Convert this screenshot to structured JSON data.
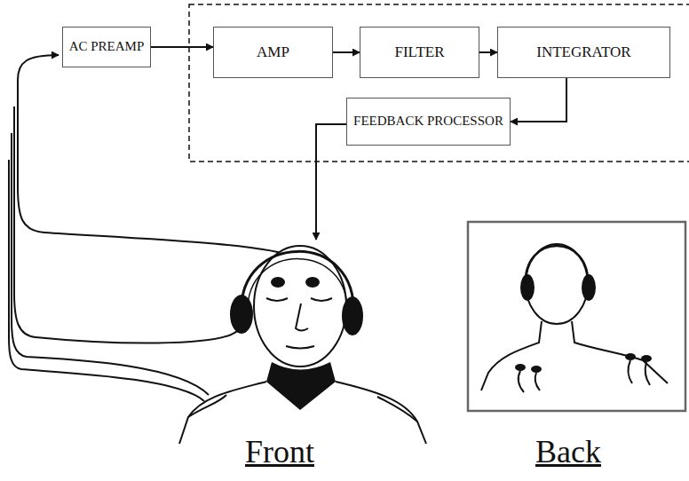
{
  "diagram": {
    "nodes": [
      {
        "text": [
          "AC PREAMP"
        ]
      },
      {
        "text": [
          "AMP"
        ]
      },
      {
        "text": [
          "FILTER"
        ]
      },
      {
        "text": [
          "INTEGRATOR"
        ]
      },
      {
        "text": [
          "FEEDBACK PROCESSOR"
        ]
      }
    ],
    "edges": [
      {
        "from": 0,
        "to": 1,
        "arrow": "to"
      },
      {
        "from": 1,
        "to": 2,
        "arrow": "to"
      },
      {
        "from": 2,
        "to": 3,
        "arrow": "to"
      },
      {
        "from": 3,
        "to": 4,
        "arrow": "to"
      }
    ],
    "labels": [
      "Front",
      "Back"
    ]
  }
}
